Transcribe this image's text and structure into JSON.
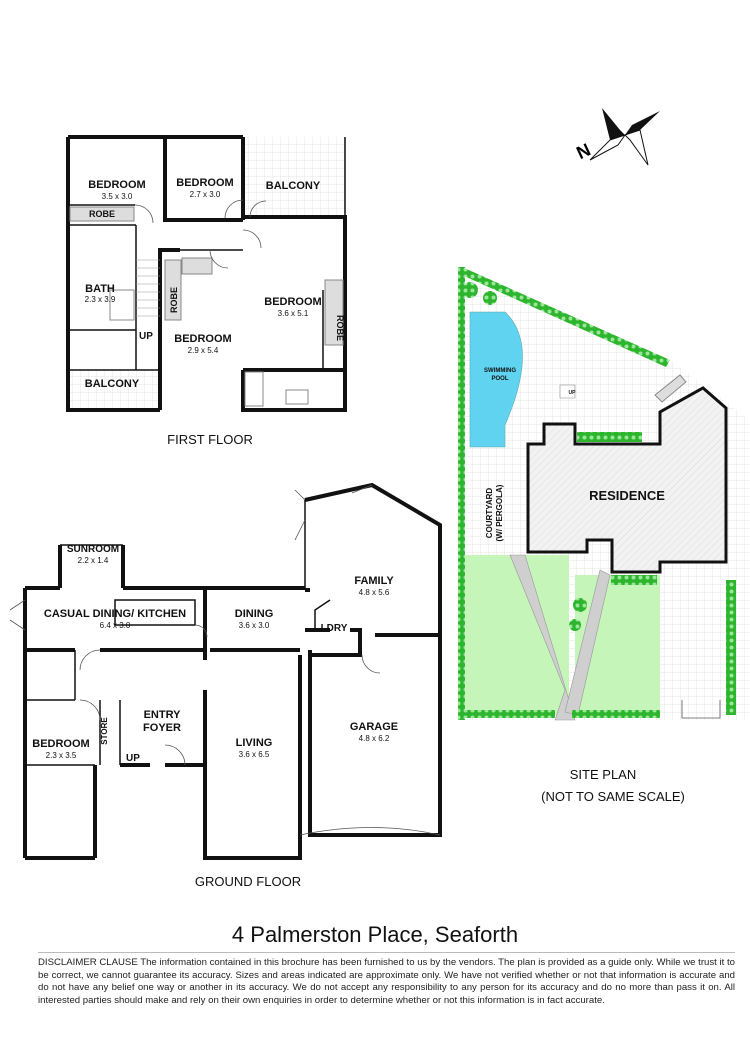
{
  "compass": {
    "label": "N"
  },
  "first_floor": {
    "caption": "FIRST FLOOR",
    "rooms": [
      {
        "name": "BEDROOM",
        "size": "3.5 x 3.0"
      },
      {
        "name": "BEDROOM",
        "size": "2.7 x 3.0"
      },
      {
        "name": "BALCONY"
      },
      {
        "name": "BATH",
        "size": "2.3 x 3.9"
      },
      {
        "name": "BEDROOM",
        "size": "3.6 x 5.1"
      },
      {
        "name": "BEDROOM",
        "size": "2.9 x 5.4"
      },
      {
        "name": "BALCONY"
      }
    ],
    "robe_labels": [
      "ROBE",
      "ROBE",
      "ROBE"
    ],
    "stair_label": "UP"
  },
  "ground_floor": {
    "caption": "GROUND FLOOR",
    "rooms": [
      {
        "name": "SUNROOM",
        "size": "2.2 x 1.4"
      },
      {
        "name": "CASUAL DINING/ KITCHEN",
        "size": "6.4 x 3.0"
      },
      {
        "name": "DINING",
        "size": "3.6 x 3.0"
      },
      {
        "name": "FAMILY",
        "size": "4.8 x 5.6"
      },
      {
        "name": "LDRY"
      },
      {
        "name": "ENTRY",
        "name2": "FOYER"
      },
      {
        "name": "LIVING",
        "size": "3.6 x 6.5"
      },
      {
        "name": "BEDROOM",
        "size": "2.3 x 3.5"
      },
      {
        "name": "STORE"
      },
      {
        "name": "GARAGE",
        "size": "4.8 x 6.2"
      }
    ],
    "stair_label": "UP"
  },
  "site_plan": {
    "caption_line1": "SITE PLAN",
    "caption_line2": "(NOT TO SAME SCALE)",
    "residence": "RESIDENCE",
    "pool_line1": "SWIMMING",
    "pool_line2": "POOL",
    "courtyard_line1": "COURTYARD",
    "courtyard_line2": "(W/ PERGOLA)",
    "stair_label": "UP",
    "colors": {
      "lawn": "#c5f5b8",
      "hedge": "#2db52d",
      "pool": "#5fd3ef",
      "path": "#cfcfcf"
    }
  },
  "title": "4 Palmerston Place, Seaforth",
  "disclaimer": "DISCLAIMER CLAUSE The information contained in this brochure has been furnished to us by the vendors. The plan is provided as a guide only. While we trust it to be correct, we cannot guarantee its accuracy. Sizes and areas indicated are approximate only. We have not verified whether or not that information is accurate and do not have any belief one way or another in its accuracy. We do not accept any responsibility to any person for its accuracy and do no more than pass it on. All interested parties should make and rely on their own enquiries in order to determine whether or not this information is in fact accurate."
}
